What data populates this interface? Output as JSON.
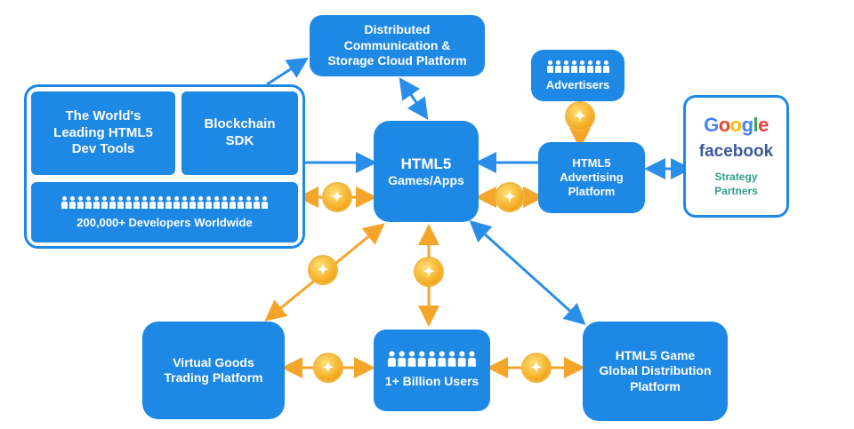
{
  "nodes": {
    "cloud": {
      "lines": [
        "Distributed",
        "Communication &",
        "Storage Cloud Platform"
      ]
    },
    "dev_tools": {
      "lines": [
        "The World's",
        "Leading HTML5",
        "Dev Tools"
      ]
    },
    "sdk": {
      "lines": [
        "Blockchain",
        "SDK"
      ]
    },
    "developers": {
      "label": "200,000+ Developers Worldwide"
    },
    "core": {
      "lines": [
        "HTML5",
        "Games/Apps"
      ]
    },
    "advertisers": {
      "label": "Advertisers"
    },
    "ad_platform": {
      "lines": [
        "HTML5",
        "Advertising",
        "Platform"
      ]
    },
    "partners": {
      "google": "Google",
      "facebook": "facebook",
      "strategy_lines": [
        "Strategy",
        "Partners"
      ]
    },
    "virtual_goods": {
      "lines": [
        "Virtual Goods",
        "Trading Platform"
      ]
    },
    "users": {
      "label": "1+ Billion Users"
    },
    "distribution": {
      "lines": [
        "HTML5 Game",
        "Global Distribution",
        "Platform"
      ]
    }
  },
  "colors": {
    "box_blue": "#1e88e5",
    "arrow_blue": "#2a8ee8",
    "arrow_orange": "#f5a52a",
    "google": [
      "#4285f4",
      "#ea4335",
      "#fbbc05",
      "#4285f4",
      "#34a853",
      "#ea4335"
    ],
    "facebook": "#3b5998",
    "strategy": "#2e9e8a"
  },
  "icons": {
    "coin": "token-coin-icon",
    "people": "people-icon"
  }
}
